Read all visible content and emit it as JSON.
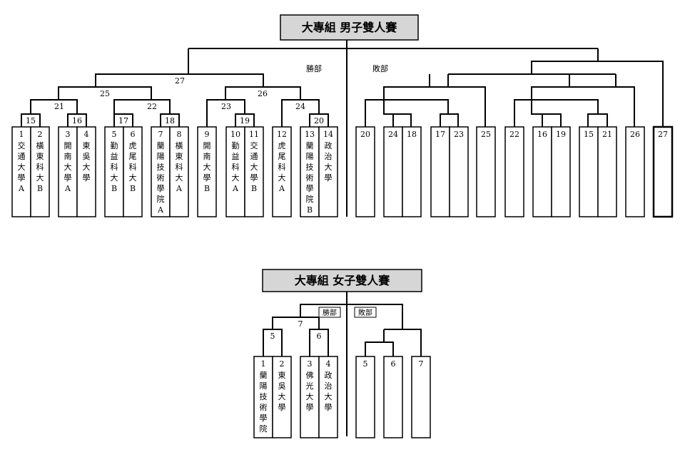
{
  "men": {
    "title": "大專組 男子雙人賽",
    "winners_label": "勝部",
    "losers_label": "敗部",
    "winners_match_labels": [
      "27",
      "25",
      "26",
      "21",
      "22",
      "23",
      "24",
      "15",
      "16",
      "17",
      "18",
      "19",
      "20"
    ],
    "teams": [
      {
        "seed": "1",
        "name": "交通大學A"
      },
      {
        "seed": "2",
        "name": "橫東科大B"
      },
      {
        "seed": "3",
        "name": "開南大學A"
      },
      {
        "seed": "4",
        "name": "東吳大學"
      },
      {
        "seed": "5",
        "name": "勤益科大B"
      },
      {
        "seed": "6",
        "name": "虎尾科大B"
      },
      {
        "seed": "7",
        "name": "蘭陽技術學院A"
      },
      {
        "seed": "8",
        "name": "橫東科大A"
      },
      {
        "seed": "9",
        "name": "開南大學B"
      },
      {
        "seed": "10",
        "name": "勤益科大A"
      },
      {
        "seed": "11",
        "name": "交通大學B"
      },
      {
        "seed": "12",
        "name": "虎尾科大A"
      },
      {
        "seed": "13",
        "name": "蘭陽技術學院B"
      },
      {
        "seed": "14",
        "name": "政治大學"
      }
    ],
    "losers_slots": [
      "20",
      "24",
      "18",
      "17",
      "23",
      "25",
      "22",
      "16",
      "19",
      "15",
      "21",
      "26",
      "27"
    ]
  },
  "women": {
    "title": "大專組 女子雙人賽",
    "winners_label": "勝部",
    "losers_label": "敗部",
    "winners_match_labels": [
      "7",
      "5",
      "6"
    ],
    "teams": [
      {
        "seed": "1",
        "name": "蘭陽技術學院"
      },
      {
        "seed": "2",
        "name": "東吳大學"
      },
      {
        "seed": "3",
        "name": "佛光大學"
      },
      {
        "seed": "4",
        "name": "政治大學"
      }
    ],
    "losers_slots": [
      "5",
      "6",
      "7"
    ]
  }
}
